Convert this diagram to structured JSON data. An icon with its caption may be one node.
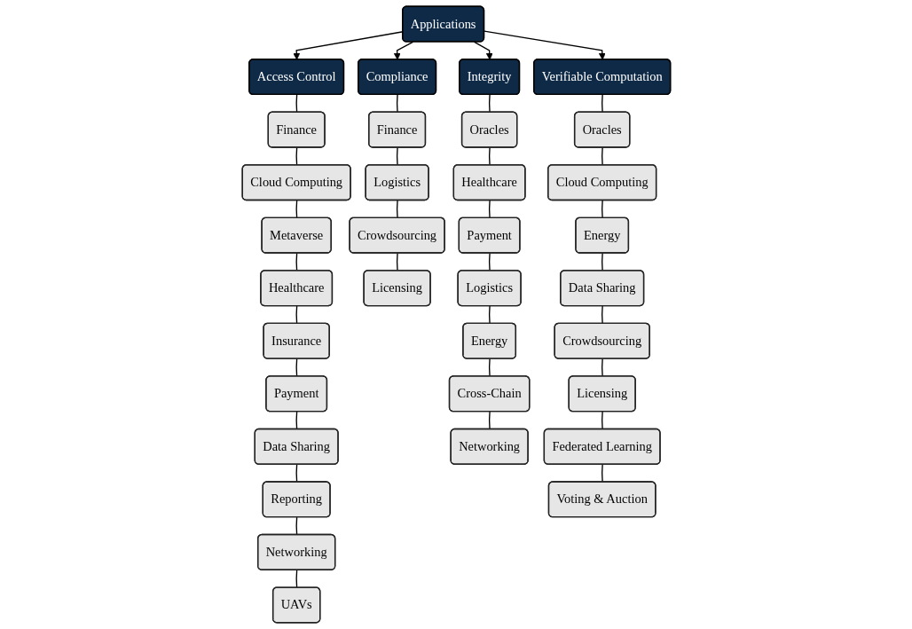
{
  "diagram": {
    "nodes": [
      {
        "text": [
          "Applications"
        ]
      },
      {
        "text": [
          "Access Control"
        ]
      },
      {
        "text": [
          "Finance"
        ]
      },
      {
        "text": [
          "Cloud Computing"
        ]
      },
      {
        "text": [
          "Metaverse"
        ]
      },
      {
        "text": [
          "Healthcare"
        ]
      },
      {
        "text": [
          "Insurance"
        ]
      },
      {
        "text": [
          "Payment"
        ]
      },
      {
        "text": [
          "Data Sharing"
        ]
      },
      {
        "text": [
          "Reporting"
        ]
      },
      {
        "text": [
          "Networking"
        ]
      },
      {
        "text": [
          "UAVs"
        ]
      },
      {
        "text": [
          "Compliance"
        ]
      },
      {
        "text": [
          "Finance"
        ]
      },
      {
        "text": [
          "Logistics"
        ]
      },
      {
        "text": [
          "Crowdsourcing"
        ]
      },
      {
        "text": [
          "Licensing"
        ]
      },
      {
        "text": [
          "Integrity"
        ]
      },
      {
        "text": [
          "Oracles"
        ]
      },
      {
        "text": [
          "Healthcare"
        ]
      },
      {
        "text": [
          "Payment"
        ]
      },
      {
        "text": [
          "Logistics"
        ]
      },
      {
        "text": [
          "Energy"
        ]
      },
      {
        "text": [
          "Cross-Chain"
        ]
      },
      {
        "text": [
          "Networking"
        ]
      },
      {
        "text": [
          "Verifiable Computation"
        ]
      },
      {
        "text": [
          "Oracles"
        ]
      },
      {
        "text": [
          "Cloud Computing"
        ]
      },
      {
        "text": [
          "Energy"
        ]
      },
      {
        "text": [
          "Data Sharing"
        ]
      },
      {
        "text": [
          "Crowdsourcing"
        ]
      },
      {
        "text": [
          "Licensing"
        ]
      },
      {
        "text": [
          "Federated Learning"
        ]
      },
      {
        "text": [
          "Voting & Auction"
        ]
      }
    ],
    "edges": [
      {
        "from": 0,
        "to": 1,
        "arrow": "to"
      },
      {
        "from": 0,
        "to": 12,
        "arrow": "to"
      },
      {
        "from": 0,
        "to": 17,
        "arrow": "to"
      },
      {
        "from": 0,
        "to": 25,
        "arrow": "to"
      },
      {
        "from": 1,
        "to": 2,
        "arrow": "none"
      },
      {
        "from": 2,
        "to": 3,
        "arrow": "none"
      },
      {
        "from": 3,
        "to": 4,
        "arrow": "none"
      },
      {
        "from": 4,
        "to": 5,
        "arrow": "none"
      },
      {
        "from": 5,
        "to": 6,
        "arrow": "none"
      },
      {
        "from": 6,
        "to": 7,
        "arrow": "none"
      },
      {
        "from": 7,
        "to": 8,
        "arrow": "none"
      },
      {
        "from": 8,
        "to": 9,
        "arrow": "none"
      },
      {
        "from": 9,
        "to": 10,
        "arrow": "none"
      },
      {
        "from": 10,
        "to": 11,
        "arrow": "none"
      },
      {
        "from": 12,
        "to": 13,
        "arrow": "none"
      },
      {
        "from": 13,
        "to": 14,
        "arrow": "none"
      },
      {
        "from": 14,
        "to": 15,
        "arrow": "none"
      },
      {
        "from": 15,
        "to": 16,
        "arrow": "none"
      },
      {
        "from": 17,
        "to": 18,
        "arrow": "none"
      },
      {
        "from": 18,
        "to": 19,
        "arrow": "none"
      },
      {
        "from": 19,
        "to": 20,
        "arrow": "none"
      },
      {
        "from": 20,
        "to": 21,
        "arrow": "none"
      },
      {
        "from": 21,
        "to": 22,
        "arrow": "none"
      },
      {
        "from": 22,
        "to": 23,
        "arrow": "none"
      },
      {
        "from": 23,
        "to": 24,
        "arrow": "none"
      },
      {
        "from": 25,
        "to": 26,
        "arrow": "none"
      },
      {
        "from": 26,
        "to": 27,
        "arrow": "none"
      },
      {
        "from": 27,
        "to": 28,
        "arrow": "none"
      },
      {
        "from": 28,
        "to": 29,
        "arrow": "none"
      },
      {
        "from": 29,
        "to": 30,
        "arrow": "none"
      },
      {
        "from": 30,
        "to": 31,
        "arrow": "none"
      },
      {
        "from": 31,
        "to": 32,
        "arrow": "none"
      },
      {
        "from": 32,
        "to": 33,
        "arrow": "none"
      }
    ]
  }
}
